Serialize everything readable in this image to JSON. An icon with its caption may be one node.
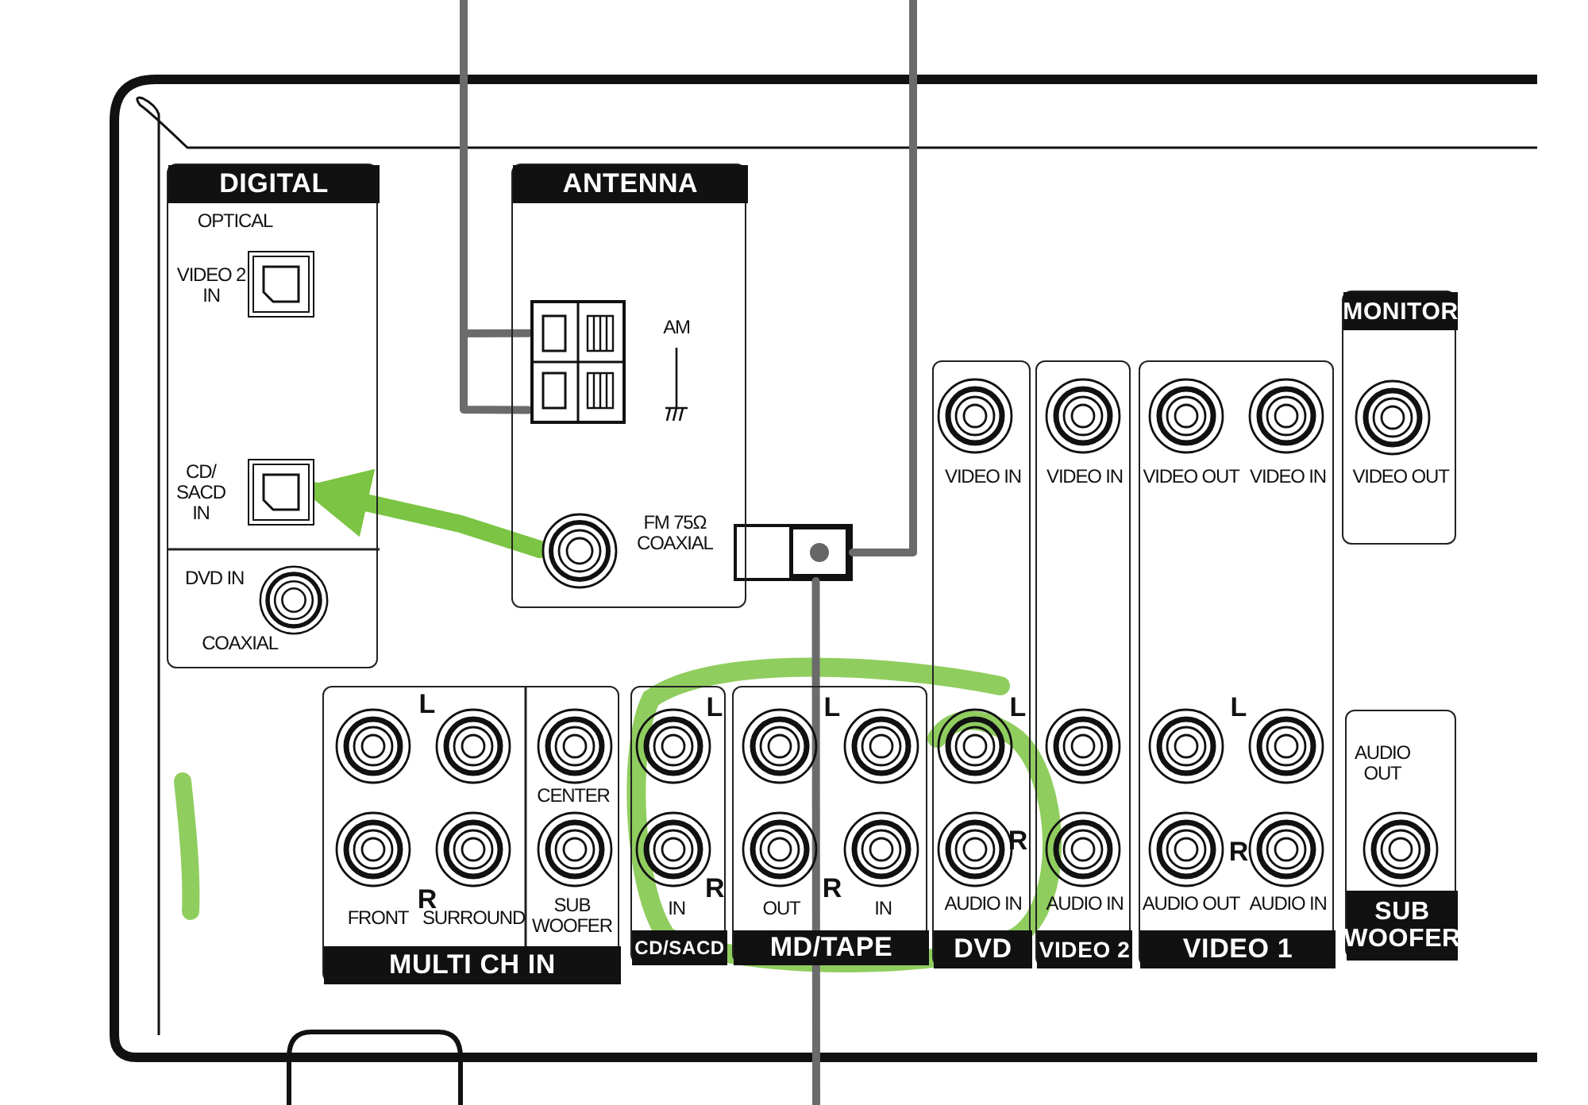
{
  "diagram": {
    "nodes": [
      {
        "text": [
          "DIGITAL",
          "OPTICAL"
        ]
      },
      {
        "text": [],
        "shape": "box",
        "in": 0,
        "beside": [
          "VIDEO 2 IN"
        ]
      },
      {
        "text": [],
        "shape": "box",
        "in": 0,
        "beside": [
          "CD/ SACD IN"
        ]
      },
      {
        "text": [],
        "shape": "circle",
        "in": 0,
        "beside": [
          "DVD IN",
          "COAXIAL"
        ]
      },
      {
        "text": [
          "ANTENNA"
        ]
      },
      {
        "text": [],
        "shape": "box",
        "in": 4,
        "beside": [
          "AM"
        ]
      },
      {
        "text": [],
        "shape": "circle",
        "in": 4,
        "beside": [
          "FM 75Ω COAXIAL"
        ]
      },
      {
        "text": [],
        "shape": "box"
      },
      {
        "text": [
          "MONITOR",
          "VIDEO OUT"
        ]
      },
      {
        "text": [
          "VIDEO IN",
          "L",
          "R",
          "AUDIO IN",
          "DVD"
        ]
      },
      {
        "text": [
          "VIDEO IN",
          "AUDIO IN",
          "VIDEO 2"
        ]
      },
      {
        "text": [
          "VIDEO OUT",
          "VIDEO IN",
          "L",
          "R",
          "AUDIO OUT",
          "AUDIO IN",
          "VIDEO 1"
        ]
      },
      {
        "text": [
          "L",
          "R",
          "FRONT",
          "SURROUND",
          "CENTER",
          "SUB WOOFER",
          "MULTI CH IN"
        ]
      },
      {
        "text": [
          "L",
          "R",
          "IN",
          "CD/SACD"
        ]
      },
      {
        "text": [
          "L",
          "OUT",
          "R",
          "IN",
          "MD/TAPE"
        ]
      },
      {
        "text": [
          "AUDIO OUT",
          "SUB WOOFER"
        ]
      }
    ],
    "edges": [
      {
        "from": null,
        "to": 5,
        "arrow": "none"
      },
      {
        "from": null,
        "to": 5,
        "arrow": "none"
      },
      {
        "from": null,
        "to": 7,
        "arrow": "none"
      },
      {
        "from": 7,
        "to": null,
        "arrow": "none"
      },
      {
        "from": 6,
        "to": 2,
        "arrow": "to",
        "style": "thick",
        "color": "#7cc443"
      }
    ]
  }
}
